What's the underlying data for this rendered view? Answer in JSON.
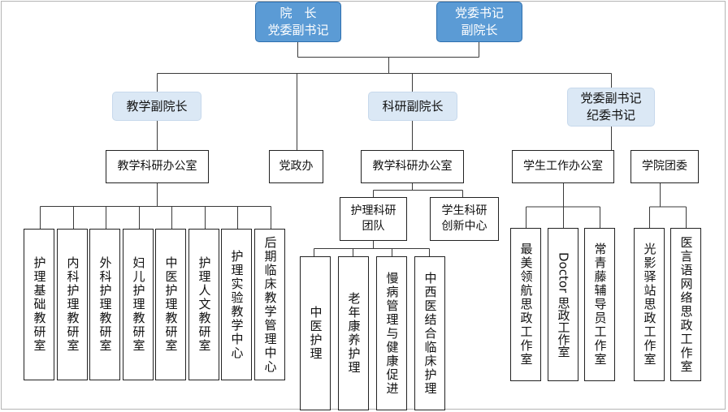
{
  "leadership": {
    "president": [
      "院　长",
      "党委副书记"
    ],
    "secretary": [
      "党委书记",
      "副院长"
    ]
  },
  "vice": {
    "teaching": "教学副院长",
    "research": "科研副院长",
    "discipline": [
      "党委副书记",
      "纪委书记"
    ]
  },
  "offices": {
    "teaching_office": "教学科研办公室",
    "party_office": "党政办",
    "research_office": "教学科研办公室",
    "student_office": "学生工作办公室",
    "youth_league": "学院团委"
  },
  "teaching_units": [
    "护理基础教研室",
    "内科护理教研室",
    "外科护理教研室",
    "妇儿护理教研室",
    "中医护理教研室",
    "护理人文教研室",
    "护理实验教学中心",
    "后期临床教学管理中心"
  ],
  "research_units": {
    "team": [
      "护理科研",
      "团队"
    ],
    "innovation": [
      "学生科研",
      "创新中心"
    ]
  },
  "team_units": [
    "中医护理",
    "老年康养护理",
    "慢病管理与健康促进",
    "中西医结合临床护理"
  ],
  "student_units": [
    "最美领航思政工作室",
    "Doctor 思政工作室",
    "常青藤辅导员工作室"
  ],
  "league_units": [
    "光影驿站思政工作室",
    "医言语网络思政工作室"
  ]
}
